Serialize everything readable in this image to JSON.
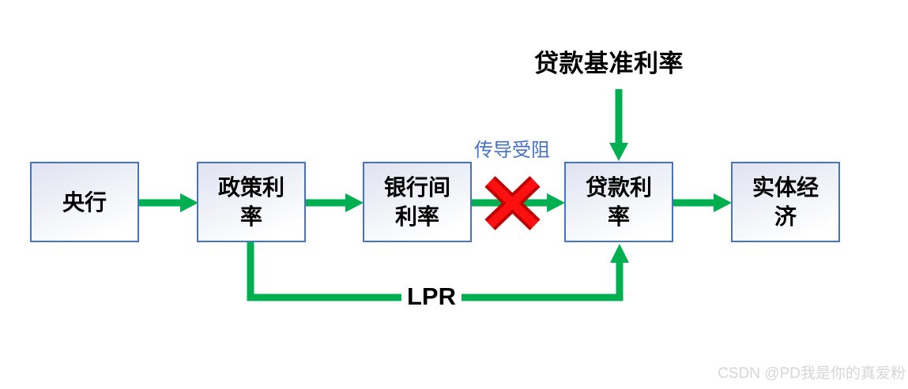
{
  "diagram": {
    "top_label": "贷款基准利率",
    "blocked_label": "传导受阻",
    "lpr_label": "LPR",
    "boxes": [
      {
        "id": "central-bank",
        "label": "央行"
      },
      {
        "id": "policy-rate",
        "label": "政策利\n率"
      },
      {
        "id": "interbank-rate",
        "label": "银行间\n利率"
      },
      {
        "id": "loan-rate",
        "label": "贷款利\n率"
      },
      {
        "id": "real-economy",
        "label": "实体经\n济"
      }
    ],
    "colors": {
      "arrow_green": "#00B050",
      "blocked_red": "#FF1010",
      "blocked_red_edge": "#C00000",
      "box_border": "#4472C4",
      "blocked_label_blue": "#4472C4",
      "watermark_gray": "#D6D6D6"
    }
  },
  "watermark": "CSDN @PD我是你的真爱粉"
}
